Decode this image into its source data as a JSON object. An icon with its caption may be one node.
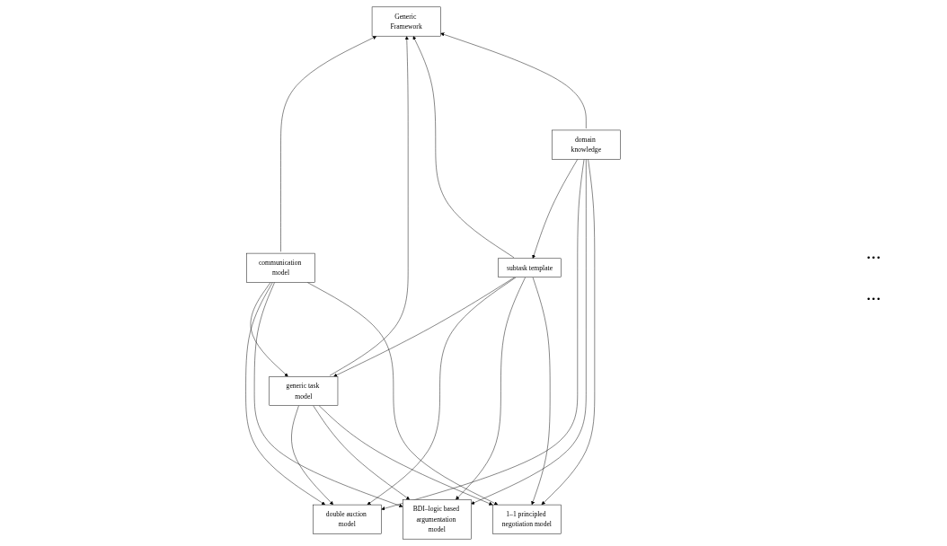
{
  "diagram": {
    "nodes": [
      {
        "text": [
          "Generic Framework"
        ]
      },
      {
        "text": [
          "communication model"
        ]
      },
      {
        "text": [
          "generic task model"
        ]
      },
      {
        "text": [
          "subtask template"
        ]
      },
      {
        "text": [
          "domain knowledge"
        ]
      },
      {
        "text": [
          "double auction model"
        ]
      },
      {
        "text": [
          "BDI–logic based argumentation model"
        ]
      },
      {
        "text": [
          "1–1 principled negotiation model"
        ]
      }
    ],
    "edges": [
      {
        "from": 1,
        "to": 0,
        "arrow": "to"
      },
      {
        "from": 2,
        "to": 0,
        "arrow": "to"
      },
      {
        "from": 3,
        "to": 0,
        "arrow": "to"
      },
      {
        "from": 4,
        "to": 0,
        "arrow": "to"
      },
      {
        "from": 1,
        "to": 2,
        "arrow": "to"
      },
      {
        "from": 3,
        "to": 2,
        "arrow": "to"
      },
      {
        "from": 4,
        "to": 3,
        "arrow": "to"
      },
      {
        "from": 1,
        "to": 5,
        "arrow": "to"
      },
      {
        "from": 1,
        "to": 6,
        "arrow": "to"
      },
      {
        "from": 1,
        "to": 7,
        "arrow": "to"
      },
      {
        "from": 2,
        "to": 5,
        "arrow": "to"
      },
      {
        "from": 2,
        "to": 6,
        "arrow": "to"
      },
      {
        "from": 2,
        "to": 7,
        "arrow": "to"
      },
      {
        "from": 3,
        "to": 5,
        "arrow": "to"
      },
      {
        "from": 3,
        "to": 6,
        "arrow": "to"
      },
      {
        "from": 3,
        "to": 7,
        "arrow": "to"
      },
      {
        "from": 4,
        "to": 5,
        "arrow": "to"
      },
      {
        "from": 4,
        "to": 6,
        "arrow": "to"
      },
      {
        "from": 4,
        "to": 7,
        "arrow": "to"
      }
    ],
    "labels": [
      "...",
      "..."
    ]
  }
}
